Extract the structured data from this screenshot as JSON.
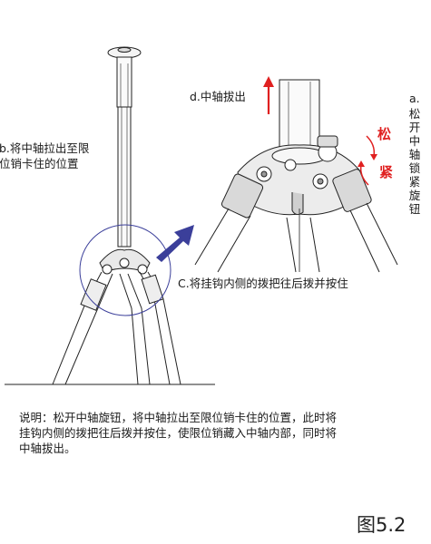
{
  "labels": {
    "b": "b.将中轴拉出至限\n位销卡住的位置",
    "c": "C.将挂钩内侧的拨把往后拨并按住",
    "d": "d.中轴拔出",
    "a_prefix": "a.",
    "a_vertical": "松开中轴锁紧旋钮",
    "loosen": "松",
    "tighten": "紧"
  },
  "caption_lines": [
    "说明：松开中轴旋钮，将中轴拉出至限位销卡住的位置，此时将",
    "挂钩内侧的拨把往后拨并按住，使限位销藏入中轴内部，同时将",
    "中轴拔出。"
  ],
  "figure_number": "图5.2",
  "colors": {
    "arrow_red": "#e02020",
    "arrow_blue": "#3b3f9a",
    "line": "#222222"
  }
}
